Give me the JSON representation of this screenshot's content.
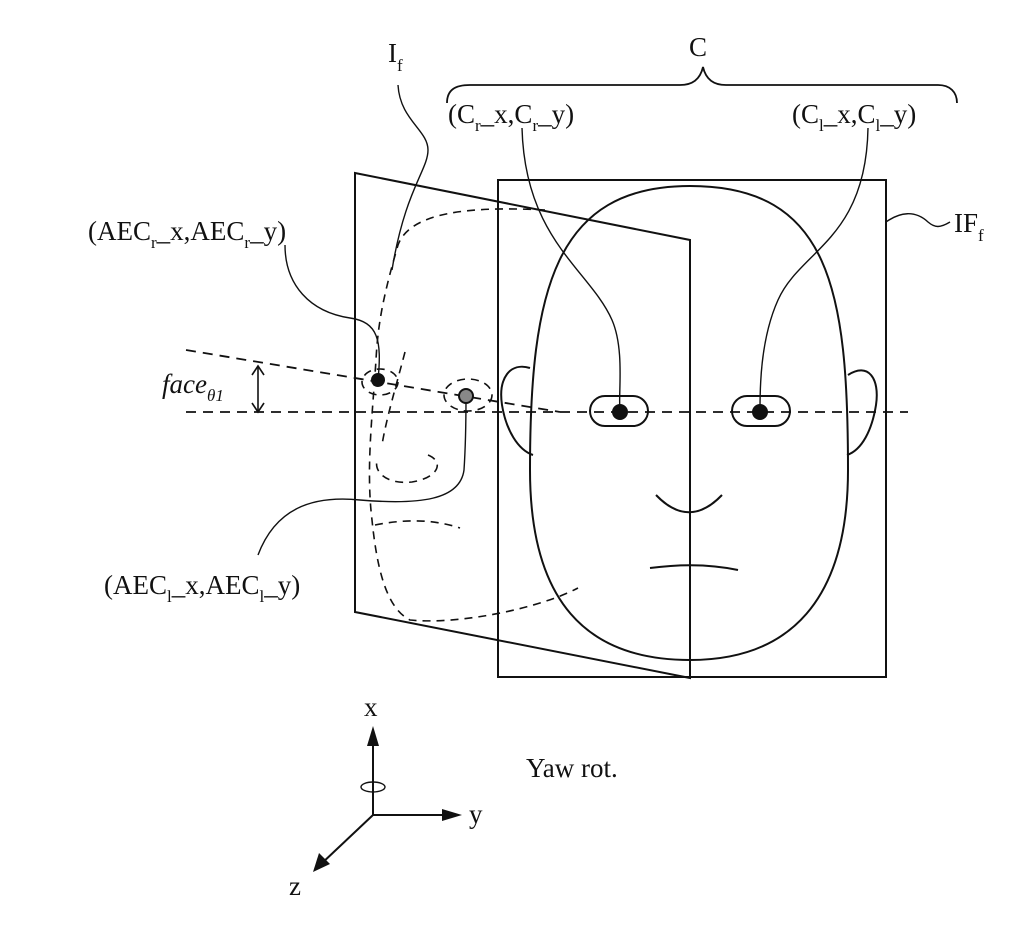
{
  "labels": {
    "image_frame": {
      "main": "I",
      "sub": "f"
    },
    "frontal_frame": {
      "main": "IF",
      "sub": "f"
    },
    "center_group": "C",
    "right_center": {
      "p1": "(C",
      "s1": "r",
      "p2": "_x,C",
      "s2": "r",
      "p3": "_y)"
    },
    "left_center": {
      "p1": "(C",
      "s1": "l",
      "p2": "_x,C",
      "s2": "l",
      "p3": "_y)"
    },
    "aec_right": {
      "p1": "(AEC",
      "s1": "r",
      "p2": "_x,AEC",
      "s2": "r",
      "p3": "_y)"
    },
    "aec_left": {
      "p1": "(AEC",
      "s1": "l",
      "p2": "_x,AEC",
      "s2": "l",
      "p3": "_y)"
    },
    "angle": {
      "main": "face",
      "sub": "θ1"
    },
    "rotation": "Yaw rot.",
    "axis_x": "x",
    "axis_y": "y",
    "axis_z": "z"
  },
  "colors": {
    "ink": "#111111",
    "background": "#ffffff"
  }
}
